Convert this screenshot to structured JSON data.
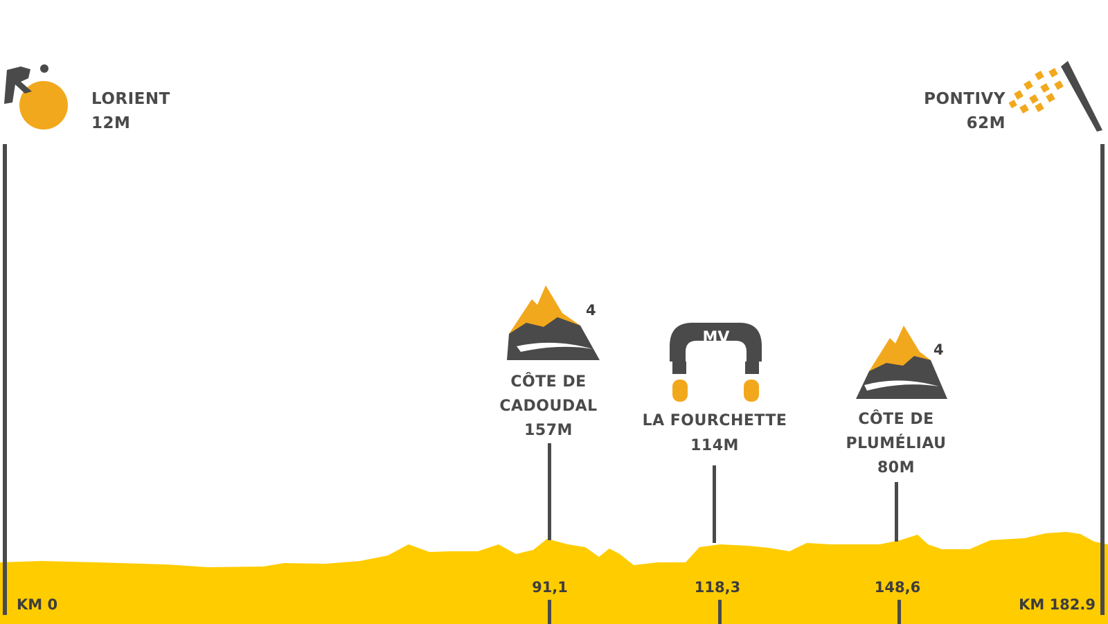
{
  "start": {
    "town": "LORIENT",
    "altitude": "12M",
    "km": "KM 0"
  },
  "finish": {
    "town": "PONTIVY",
    "altitude": "62M",
    "km": "KM 182.9"
  },
  "climbs": [
    {
      "name_line1": "CÔTE DE",
      "name_line2": "CADOUDAL",
      "altitude": "157M",
      "km": "91,1",
      "category": "4",
      "icon": "mountain-icon"
    },
    {
      "name_line1": "CÔTE DE",
      "name_line2": "PLUMÉLIAU",
      "altitude": "80M",
      "km": "148,6",
      "category": "4",
      "icon": "mountain-icon"
    }
  ],
  "sprint": {
    "name": "LA FOURCHETTE",
    "altitude": "114M",
    "km": "118,3",
    "badge": "MV",
    "icon": "sprint-arch-icon"
  },
  "colors": {
    "profile": "#FFCC00",
    "accent": "#F2A81D",
    "dark": "#4a4a4a"
  }
}
